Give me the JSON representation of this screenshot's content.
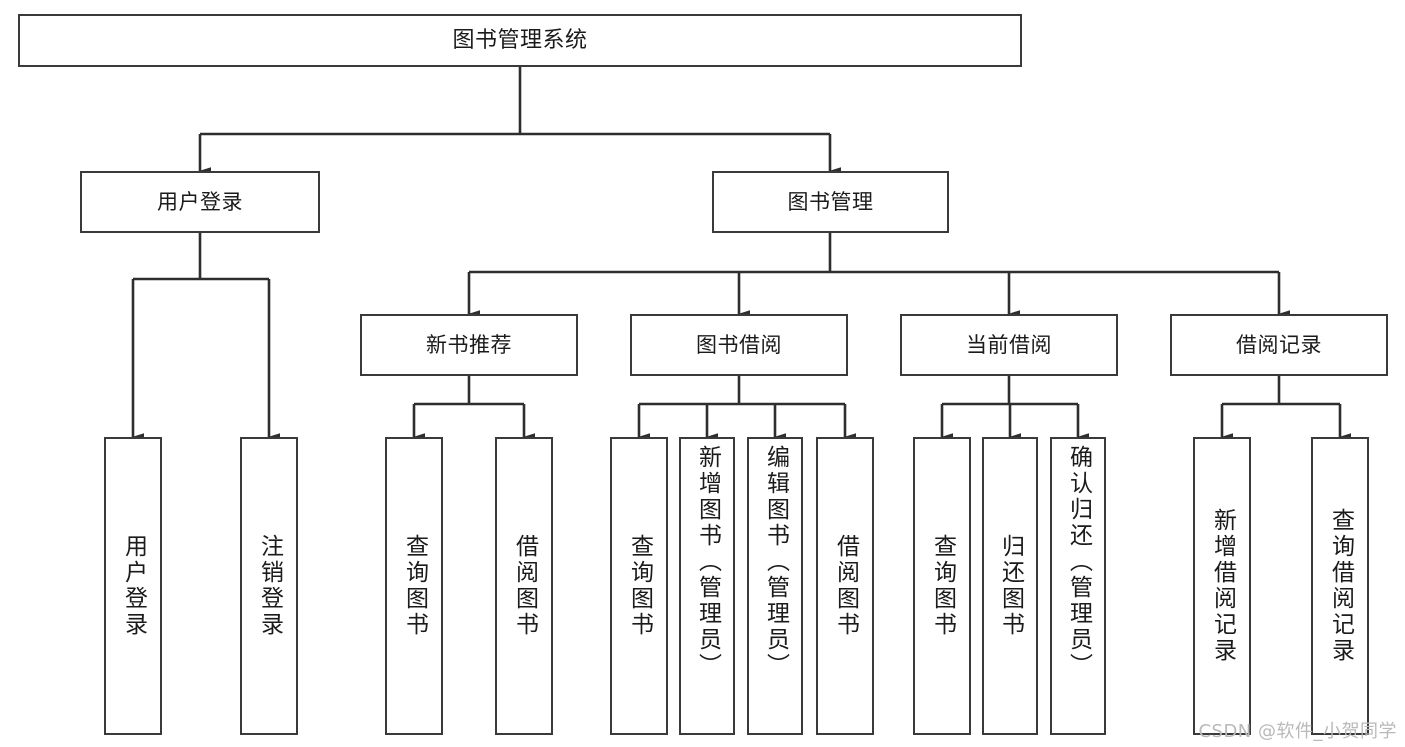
{
  "diagram": {
    "title": "图书管理系统",
    "type": "hierarchy-tree",
    "root": {
      "label": "图书管理系统"
    },
    "level1": [
      {
        "label": "用户登录"
      },
      {
        "label": "图书管理"
      }
    ],
    "level2": [
      {
        "label": "新书推荐"
      },
      {
        "label": "图书借阅"
      },
      {
        "label": "当前借阅"
      },
      {
        "label": "借阅记录"
      }
    ],
    "leaves": {
      "user_login": [
        {
          "label": "用户登录"
        },
        {
          "label": "注销登录"
        }
      ],
      "new_book_recommend": [
        {
          "label": "查询图书"
        },
        {
          "label": "借阅图书"
        }
      ],
      "book_borrow": [
        {
          "label": "查询图书"
        },
        {
          "label": "新增图书（管理员）"
        },
        {
          "label": "编辑图书（管理员）"
        },
        {
          "label": "借阅图书"
        }
      ],
      "current_borrow": [
        {
          "label": "查询图书"
        },
        {
          "label": "归还图书"
        },
        {
          "label": "确认归还（管理员）"
        }
      ],
      "borrow_record": [
        {
          "label": "新增借阅记录"
        },
        {
          "label": "查询借阅记录"
        }
      ]
    },
    "colors": {
      "border": "#3a3a3a",
      "background": "#ffffff",
      "text": "#1b1b1b",
      "edge": "#2e2e2e",
      "watermark": "#b9b9b9"
    }
  },
  "watermark": {
    "text": "CSDN @软件_小贺同学"
  }
}
